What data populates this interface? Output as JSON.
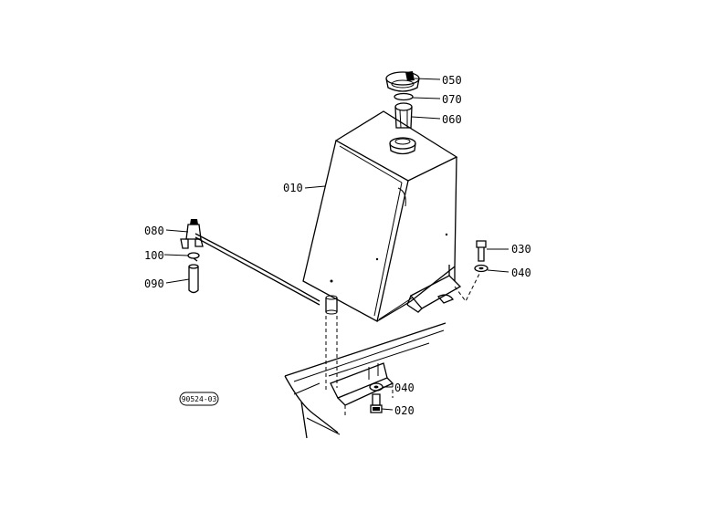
{
  "parts": [
    {
      "id": "label-050",
      "label": "050"
    },
    {
      "id": "label-070",
      "label": "070"
    },
    {
      "id": "label-060",
      "label": "060"
    },
    {
      "id": "label-010",
      "label": "010"
    },
    {
      "id": "label-080",
      "label": "080"
    },
    {
      "id": "label-100",
      "label": "100"
    },
    {
      "id": "label-090",
      "label": "090"
    },
    {
      "id": "label-030",
      "label": "030"
    },
    {
      "id": "label-040-top",
      "label": "040"
    },
    {
      "id": "label-040-bottom",
      "label": "040"
    },
    {
      "id": "label-020",
      "label": "020"
    }
  ],
  "drawing_code": "90524-03"
}
